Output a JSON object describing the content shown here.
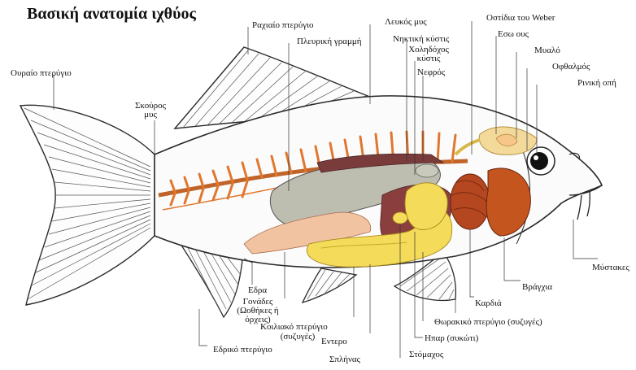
{
  "title": "Βασική ανατομία ιχθύος",
  "labels": {
    "caudal_fin": "Ουραίο πτερύγιο",
    "dorsal_fin": "Ραχιαίο πτερύγιο",
    "lateral_line": "Πλευρική γραμμή",
    "white_muscle": "Λευκός μυς",
    "swim_bladder": "Νηκτική κύστις",
    "gall_bladder_1": "Χοληδόχος",
    "gall_bladder_2": "κύστις",
    "kidney": "Νεφρός",
    "weberian_ossicles": "Οστίδια του Weber",
    "inner_ear": "Εσω ους",
    "brain": "Μυαλό",
    "eye": "Οφθαλμός",
    "nostril": "Ρινική οπή",
    "dark_muscle_1": "Σκούρος",
    "dark_muscle_2": "μυς",
    "barbels": "Μύστακες",
    "gills": "Βράγχια",
    "heart": "Καρδιά",
    "anus": "Εδρα",
    "gonads_1": "Γονάδες",
    "gonads_2": "(Ωοθήκες ή",
    "gonads_3": "όρχεις)",
    "pelvic_fin_1": "Κοιλιακό πτερύγιο",
    "pelvic_fin_2": "(συζυγές)",
    "pectoral_fin": "Θωρακικό πτερύγιο (συζυγές)",
    "liver": "Ηπαρ (συκώτι)",
    "intestine": "Εντερο",
    "anal_fin": "Εδρικό πτερύγιο",
    "spleen": "Σπλήνας",
    "stomach": "Στόμαχος"
  },
  "colors": {
    "outline": "#2a2a2a",
    "ribs": "#e0772e",
    "muscle_dark": "#7a3b3b",
    "swim_bladder": "#bdbdb0",
    "intestine": "#f4dc5a",
    "gonads": "#f2c3a0",
    "gills": "#b4471f",
    "brain": "#f3d99a",
    "liver": "#7a3a3a"
  }
}
